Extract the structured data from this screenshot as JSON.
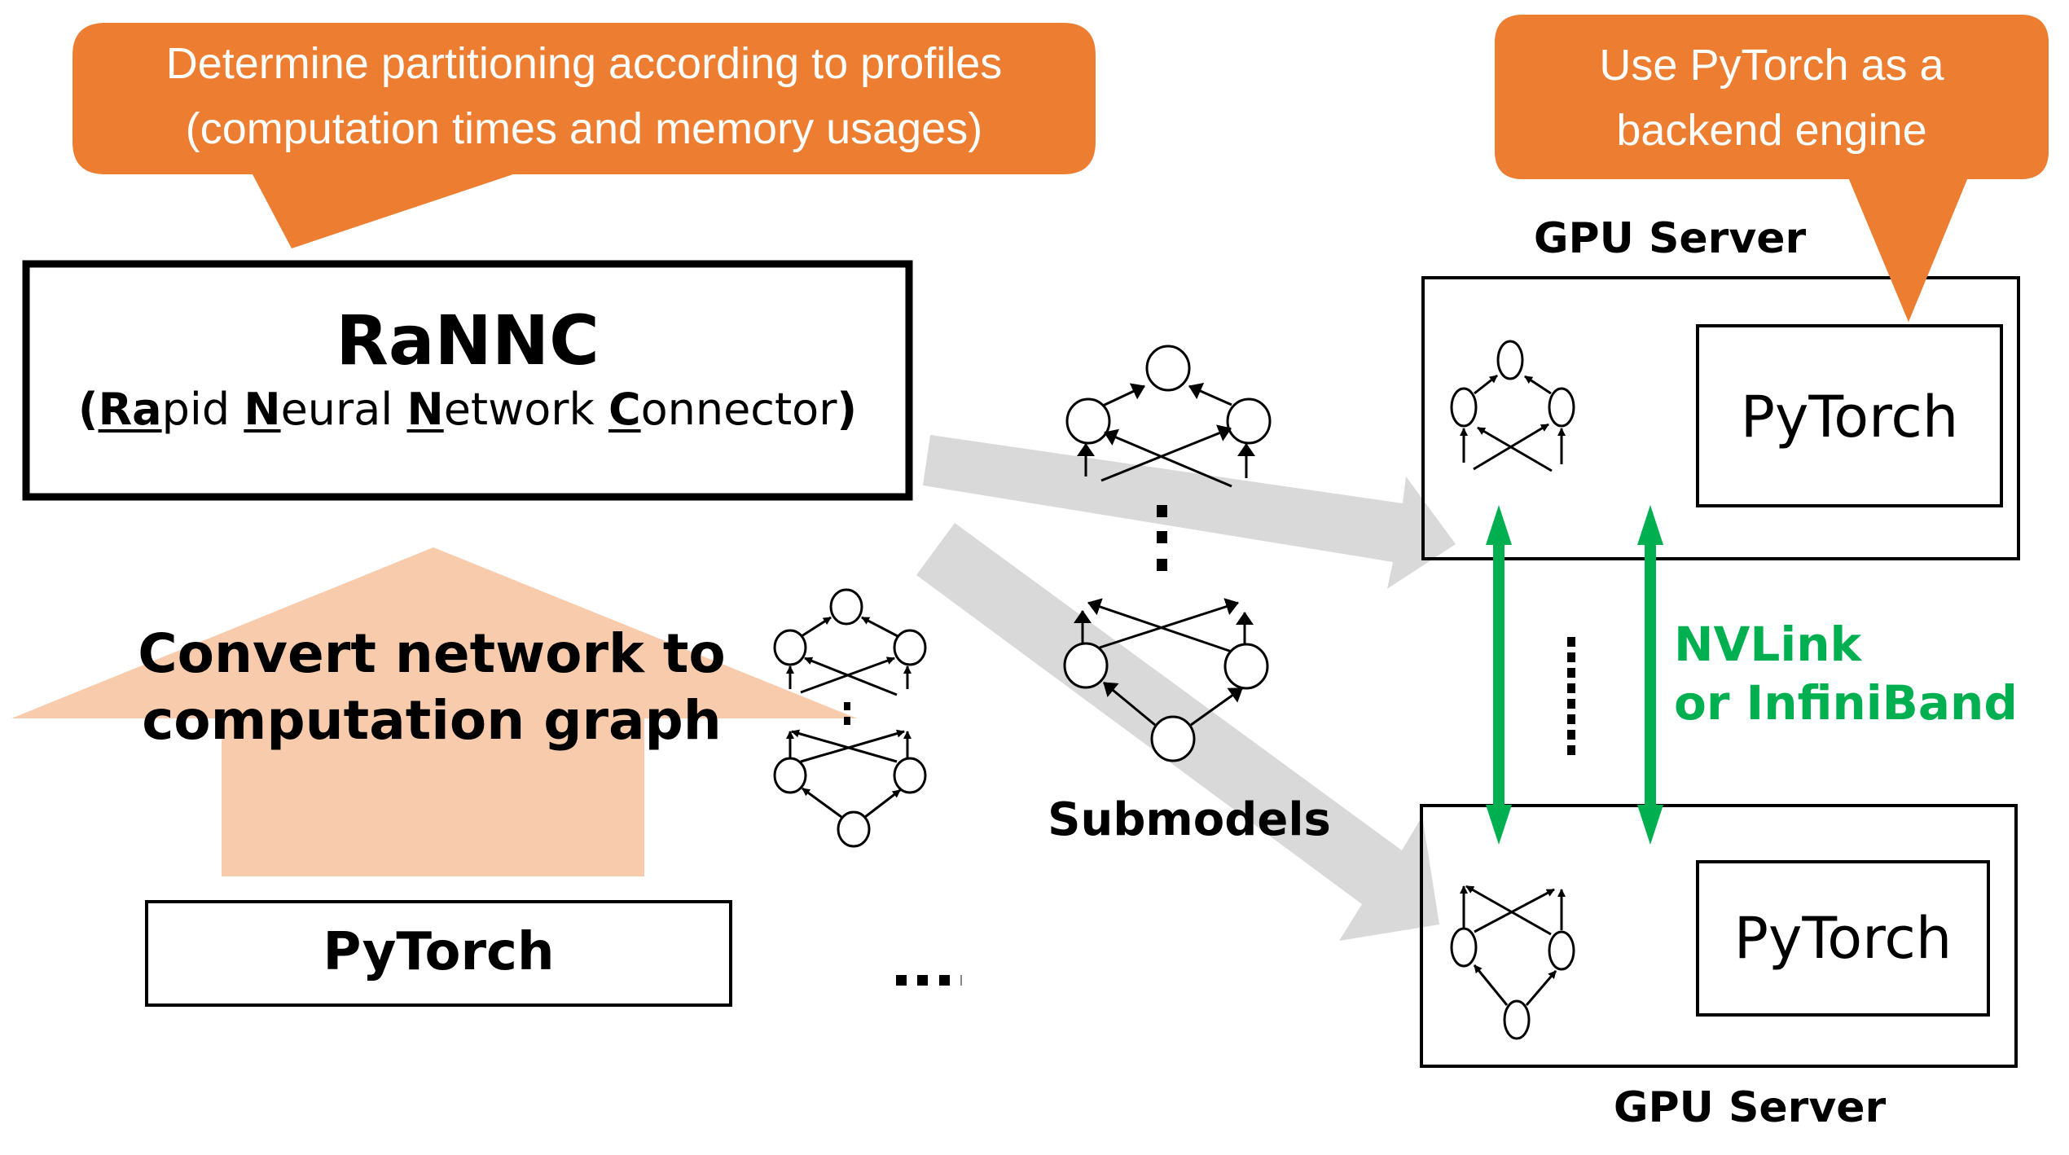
{
  "colors": {
    "callout": "#ED7D31",
    "big_arrow": "#F8CBAD",
    "flow_arrow": "#D9D9D9",
    "link": "#00B050",
    "stroke": "#000000"
  },
  "callouts": {
    "partitioning": {
      "line1": "Determine partitioning according to profiles",
      "line2": "(computation times and memory usages)"
    },
    "backend": {
      "line1": "Use PyTorch as a",
      "line2": "backend engine"
    }
  },
  "rannc": {
    "title": "RaNNC",
    "subtitle_parts": [
      {
        "text": "(",
        "style": "bold"
      },
      {
        "text": "Ra",
        "style": "underline"
      },
      {
        "text": "pid ",
        "style": "normal"
      },
      {
        "text": "N",
        "style": "underline"
      },
      {
        "text": "eural ",
        "style": "normal"
      },
      {
        "text": "N",
        "style": "underline"
      },
      {
        "text": "etwork ",
        "style": "normal"
      },
      {
        "text": "C",
        "style": "underline"
      },
      {
        "text": "onnector",
        "style": "normal"
      },
      {
        "text": ")",
        "style": "bold"
      }
    ]
  },
  "convert": {
    "line1": "Convert network to",
    "line2": "computation graph"
  },
  "pytorch_frontend": {
    "label": "PyTorch"
  },
  "submodels": {
    "label": "Submodels",
    "ellipsis": "...."
  },
  "servers": {
    "top": {
      "label": "GPU Server",
      "engine": "PyTorch"
    },
    "bottom": {
      "label": "GPU Server",
      "engine": "PyTorch"
    }
  },
  "interconnect": {
    "line1": "NVLink",
    "line2": "or InfiniBand"
  }
}
